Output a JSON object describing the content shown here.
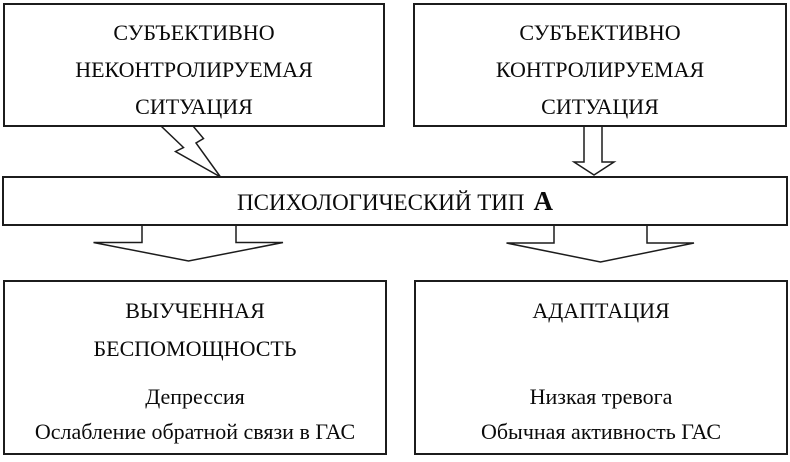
{
  "diagram": {
    "top_left_box": {
      "lines": [
        "СУБЪЕКТИВНО",
        "НЕКОНТРОЛИРУЕМАЯ",
        "СИТУАЦИЯ"
      ]
    },
    "top_right_box": {
      "lines": [
        "СУБЪЕКТИВНО",
        "КОНТРОЛИРУЕМАЯ",
        "СИТУАЦИЯ"
      ]
    },
    "center_box": {
      "label": "ПСИХОЛОГИЧЕСКИЙ ТИП",
      "emphasis": "А"
    },
    "bottom_left_box": {
      "title_lines": [
        "ВЫУЧЕННАЯ",
        "БЕСПОМОЩНОСТЬ"
      ],
      "body_lines": [
        "Депрессия",
        "Ослабление обратной связи в ГАС"
      ]
    },
    "bottom_right_box": {
      "title_lines": [
        "АДАПТАЦИЯ"
      ],
      "body_lines": [
        "Низкая тревога",
        "Обычная активность ГАС"
      ]
    },
    "arrows": {
      "top_left_to_center": "lightning-zigzag-arrow",
      "top_right_to_center": "block-down-arrow",
      "center_to_bottom_left": "wide-block-down-arrow",
      "center_to_bottom_right": "wide-block-down-arrow"
    },
    "colors": {
      "border": "#1c1c1c",
      "arrow_stroke": "#1c1c1c",
      "fill": "#ffffff",
      "text": "#0a0a0a"
    }
  }
}
